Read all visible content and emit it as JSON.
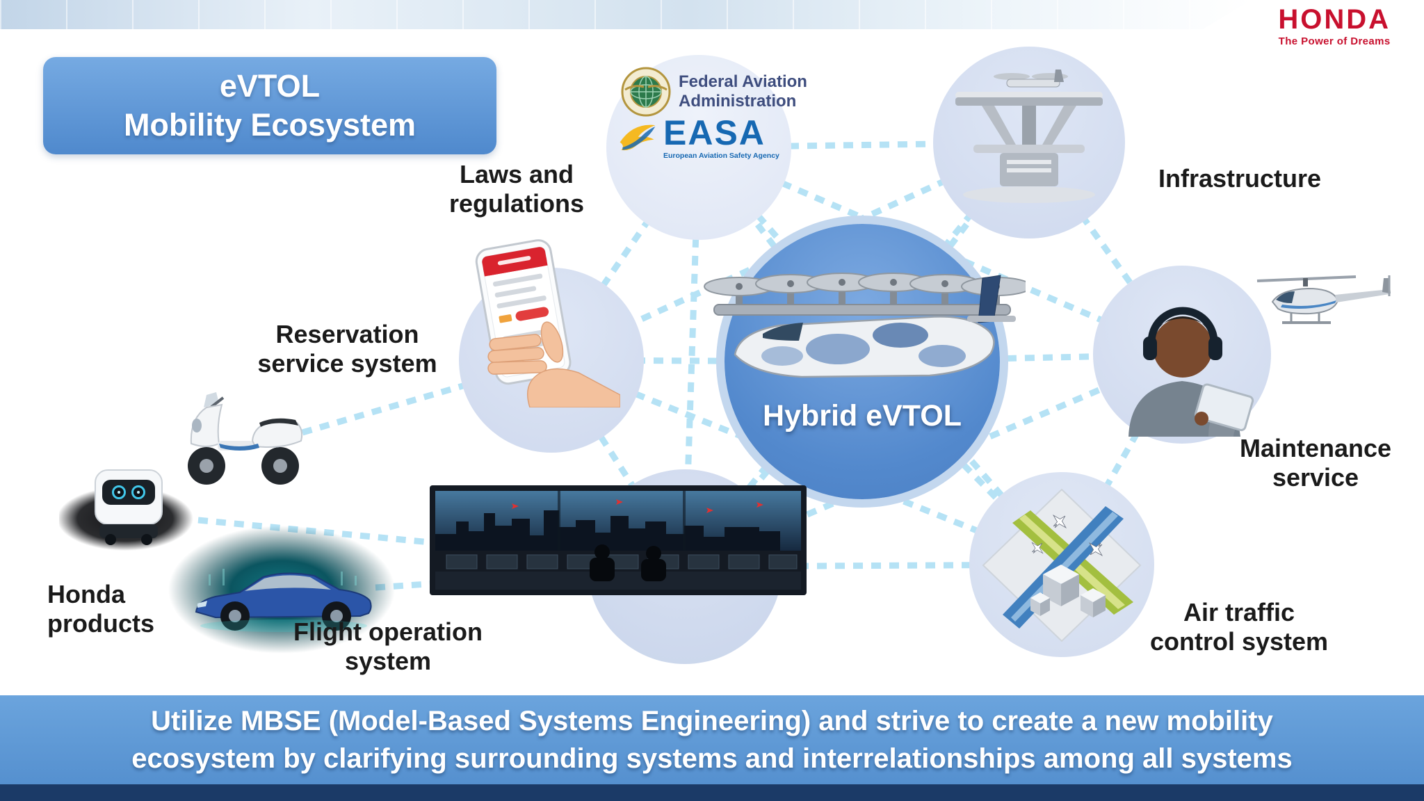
{
  "brand": {
    "name": "HONDA",
    "tagline": "The Power of Dreams"
  },
  "title": {
    "text": "eVTOL\nMobility Ecosystem"
  },
  "center": {
    "label": "Hybrid eVTOL"
  },
  "nodes": {
    "laws": {
      "label": "Laws and\nregulations"
    },
    "infrastructure": {
      "label": "Infrastructure"
    },
    "maintenance": {
      "label": "Maintenance\nservice"
    },
    "atc": {
      "label": "Air traffic\ncontrol system"
    },
    "flight_ops": {
      "label": "Flight operation\nsystem"
    },
    "reservation": {
      "label": "Reservation\nservice system"
    },
    "honda_products": {
      "label": "Honda\nproducts"
    }
  },
  "logos": {
    "faa": {
      "name": "Federal Aviation\nAdministration"
    },
    "easa": {
      "name": "EASA",
      "subtitle": "European Aviation Safety Agency"
    }
  },
  "footer": {
    "text": "Utilize MBSE (Model-Based Systems Engineering) and strive to create a new mobility\necosystem by clarifying surrounding systems and interrelationships among all systems"
  },
  "edges": [
    [
      "center",
      "laws"
    ],
    [
      "center",
      "infrastructure"
    ],
    [
      "center",
      "maintenance"
    ],
    [
      "center",
      "atc"
    ],
    [
      "center",
      "flight_ops"
    ],
    [
      "center",
      "reservation"
    ],
    [
      "laws",
      "infrastructure"
    ],
    [
      "infrastructure",
      "maintenance"
    ],
    [
      "maintenance",
      "atc"
    ],
    [
      "atc",
      "flight_ops"
    ],
    [
      "flight_ops",
      "reservation"
    ],
    [
      "reservation",
      "laws"
    ],
    [
      "laws",
      "atc"
    ],
    [
      "laws",
      "maintenance"
    ],
    [
      "laws",
      "flight_ops"
    ],
    [
      "infrastructure",
      "reservation"
    ],
    [
      "infrastructure",
      "flight_ops"
    ],
    [
      "reservation",
      "atc"
    ],
    [
      "maintenance",
      "flight_ops"
    ],
    [
      "scooter",
      "reservation"
    ],
    [
      "robot",
      "flight_ops"
    ],
    [
      "car",
      "flight_ops"
    ]
  ],
  "colors": {
    "honda_red": "#c8102e",
    "title_card_blue": "#5d95d6",
    "center_node_blue": "#5389cd",
    "node_circle_fill": "#d2dcef",
    "connection_dotted_blue": "#b5e2f5",
    "footer_banner_blue": "#5b9bd5",
    "bottom_strip_navy": "#1b3a67",
    "label_text": "#1a1a1a",
    "easa_blue": "#1668b2",
    "faa_text_navy": "#3e4d7e"
  },
  "illustrations": {
    "faa_seal": "FAA circular seal",
    "easa_bird": "EASA bird mark",
    "vertiport": "vertiport building with eVTOL on deck",
    "smartphone_hand": "hand holding smartphone with reservation app",
    "scooter": "Honda scooter",
    "delivery_robot": "autonomous delivery robot",
    "sedan": "Honda sedan with sensing glow",
    "control_room": "flight operation control room",
    "atc_map": "isometric air-corridor map",
    "technician": "maintenance technician with headset and tablet",
    "helicopter": "eVTOL aircraft in flight",
    "hybrid_evtol": "Hybrid eVTOL aircraft"
  }
}
